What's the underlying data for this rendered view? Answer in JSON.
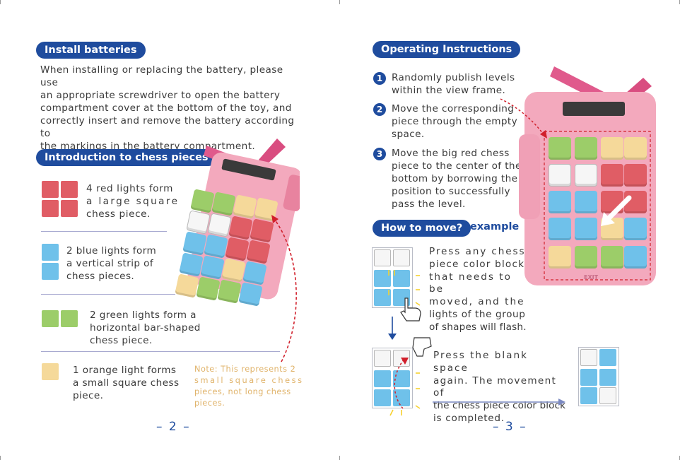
{
  "left_page": {
    "install_title": "Install batteries",
    "install_lines": [
      "When installing or replacing the battery, please use",
      "an appropriate screwdriver to open the battery",
      "compartment cover at the bottom of the toy, and",
      "correctly insert and remove the battery according to",
      "the markings in the battery compartment."
    ],
    "intro_title": "Introduction to chess pieces",
    "pieces": [
      {
        "lines": [
          "4 red lights form",
          "a large square",
          "chess piece."
        ]
      },
      {
        "lines": [
          "2 blue lights form",
          "a vertical strip of",
          "chess pieces."
        ]
      },
      {
        "lines": [
          "2 green lights form a",
          "horizontal bar-shaped",
          "chess piece."
        ]
      },
      {
        "lines": [
          "1 orange light forms",
          "a small square chess",
          "piece."
        ]
      }
    ],
    "note_lines": [
      "Note: This represents 2",
      "small square chess",
      "pieces, not long chess",
      "pieces."
    ],
    "page_number": "– 2 –"
  },
  "right_page": {
    "operating_title": "Operating Instructions",
    "steps": [
      {
        "number": "1",
        "lines": [
          "Randomly publish levels",
          "within the view frame."
        ]
      },
      {
        "number": "2",
        "lines": [
          "Move the corresponding",
          "piece through the empty",
          "space."
        ]
      },
      {
        "number": "3",
        "lines": [
          "Move the big red chess",
          "piece to the center of the",
          "bottom by borrowing the",
          "position to successfully",
          "pass the level."
        ]
      }
    ],
    "howto_title": "How to move?",
    "example_label": "example",
    "howto_step1_lines": [
      "Press any chess",
      "piece color block",
      "that needs to be",
      "moved, and the",
      "lights of the group",
      "of shapes will flash."
    ],
    "howto_step2_lines": [
      "Press the blank space",
      "again. The movement of",
      "the chess piece color block",
      "is completed."
    ],
    "device_exit_label": "EXIT",
    "page_number": "– 3 –"
  },
  "colors": {
    "accent_blue": "#1f4c9e",
    "red": "#e05d65",
    "blue": "#6fc1ea",
    "green": "#9ccd69",
    "orange": "#f5d99a",
    "device_pink": "#f3a9bd",
    "note_text": "#e0b36a"
  }
}
